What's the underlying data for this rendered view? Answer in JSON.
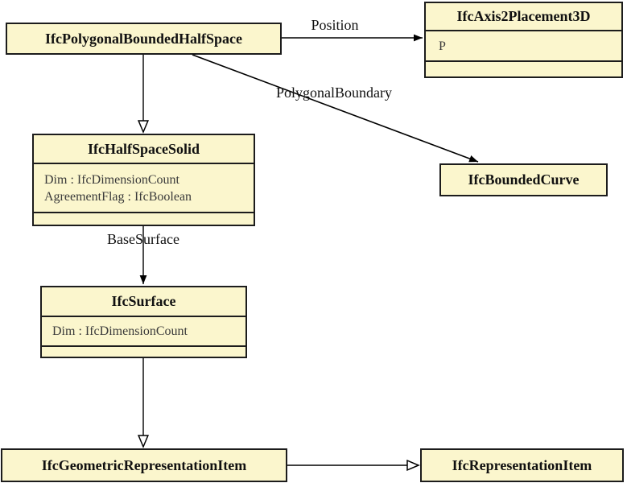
{
  "colors": {
    "node_fill": "#FBF6CD",
    "node_border": "#1c1c1c",
    "line_color": "#000000",
    "title_text": "#111111",
    "attribute_text": "#3a3a3a",
    "background": "#ffffff"
  },
  "nodes": {
    "polygonal_bounded_half_space": {
      "title": "IfcPolygonalBoundedHalfSpace"
    },
    "axis2_placement_3d": {
      "title": "IfcAxis2Placement3D",
      "attributes": [
        "P"
      ]
    },
    "half_space_solid": {
      "title": "IfcHalfSpaceSolid",
      "attributes": [
        "Dim : IfcDimensionCount",
        "AgreementFlag : IfcBoolean"
      ]
    },
    "bounded_curve": {
      "title": "IfcBoundedCurve"
    },
    "surface": {
      "title": "IfcSurface",
      "attributes": [
        "Dim : IfcDimensionCount"
      ]
    },
    "geometric_representation_item": {
      "title": "IfcGeometricRepresentationItem"
    },
    "representation_item": {
      "title": "IfcRepresentationItem"
    }
  },
  "edges": [
    {
      "from": "IfcPolygonalBoundedHalfSpace",
      "to": "IfcAxis2Placement3D",
      "label": "Position",
      "kind": "association-arrow"
    },
    {
      "from": "IfcPolygonalBoundedHalfSpace",
      "to": "IfcBoundedCurve",
      "label": "PolygonalBoundary",
      "kind": "association-arrow"
    },
    {
      "from": "IfcPolygonalBoundedHalfSpace",
      "to": "IfcHalfSpaceSolid",
      "label": "",
      "kind": "inheritance"
    },
    {
      "from": "IfcHalfSpaceSolid",
      "to": "IfcSurface",
      "label": "BaseSurface",
      "kind": "association-arrow"
    },
    {
      "from": "IfcSurface",
      "to": "IfcGeometricRepresentationItem",
      "label": "",
      "kind": "inheritance"
    },
    {
      "from": "IfcGeometricRepresentationItem",
      "to": "IfcRepresentationItem",
      "label": "",
      "kind": "inheritance"
    }
  ]
}
